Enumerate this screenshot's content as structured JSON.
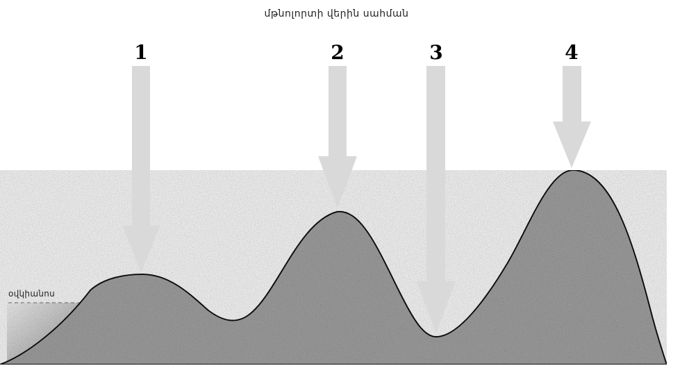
{
  "title": "մթնոլորտի վերին սահման",
  "ocean_label": "օվկիանոս",
  "arrows": [
    {
      "label": "1"
    },
    {
      "label": "2"
    },
    {
      "label": "3"
    },
    {
      "label": "4"
    }
  ],
  "colors": {
    "arrow": "#d9d9d9",
    "terrain": "#9b9b9b",
    "outline": "#000000"
  }
}
